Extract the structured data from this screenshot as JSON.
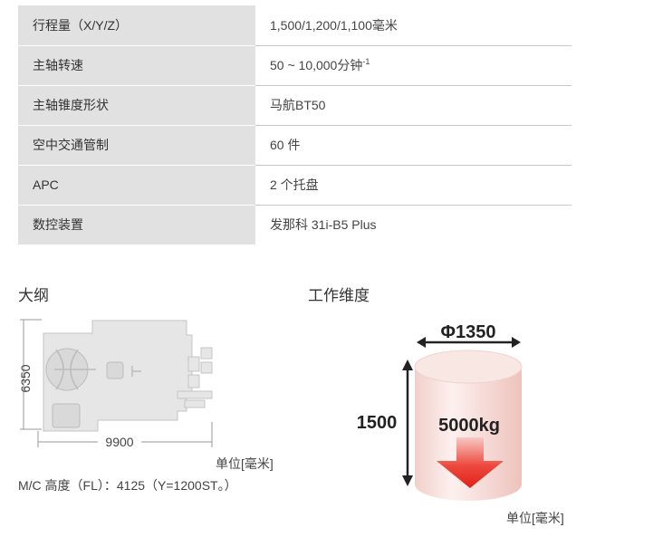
{
  "specs": [
    {
      "label": "行程量（X/Y/Z）",
      "value": "1,500/1,200/1,100毫米"
    },
    {
      "label": "主轴转速",
      "value": "50 ~ 10,000分钟",
      "sup": "-1"
    },
    {
      "label": "主轴锥度形状",
      "value": "马航BT50"
    },
    {
      "label": "空中交通管制",
      "value": "60 件"
    },
    {
      "label": "APC",
      "value": "2 个托盘"
    },
    {
      "label": "数控装置",
      "value": "发那科 31i-B5 Plus"
    }
  ],
  "outline": {
    "title": "大纲",
    "width_label": "9900",
    "depth_label": "6350",
    "unit": "单位[毫米]",
    "height_note": "M/C 高度（FL）：4125（Y=1200ST。）"
  },
  "work_dims": {
    "title": "工作维度",
    "diameter": "Φ1350",
    "height": "1500",
    "weight": "5000kg",
    "unit": "单位[毫米]"
  },
  "colors": {
    "label_bg": "#e1e1e1",
    "arrow_red": "#e8241f",
    "cylinder_pink": "#f6dcd8"
  }
}
